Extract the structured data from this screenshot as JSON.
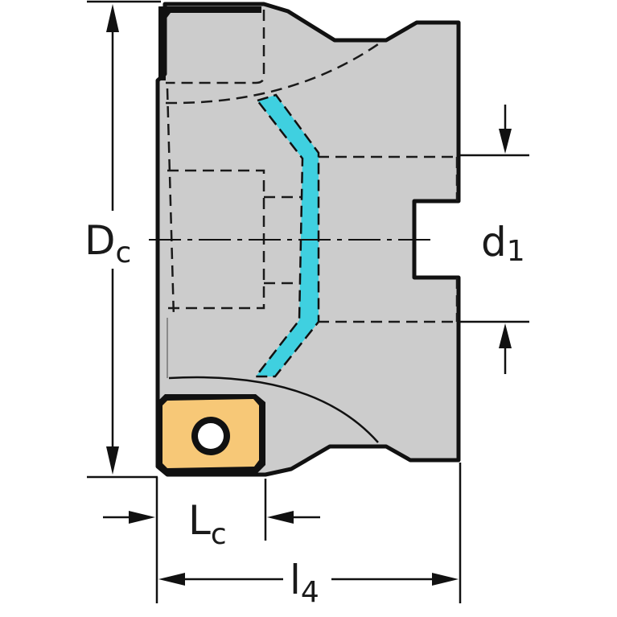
{
  "labels": {
    "dc": {
      "main": "D",
      "sub": "c"
    },
    "d1": {
      "main": "d",
      "sub": "1"
    },
    "lc": {
      "main": "L",
      "sub": "c"
    },
    "l4": {
      "main": "l",
      "sub": "4"
    }
  },
  "colors": {
    "body": "#cccccc",
    "outline": "#111111",
    "coolant": "#3fd0e0",
    "insert": "#f7c877",
    "background": "#ffffff"
  }
}
